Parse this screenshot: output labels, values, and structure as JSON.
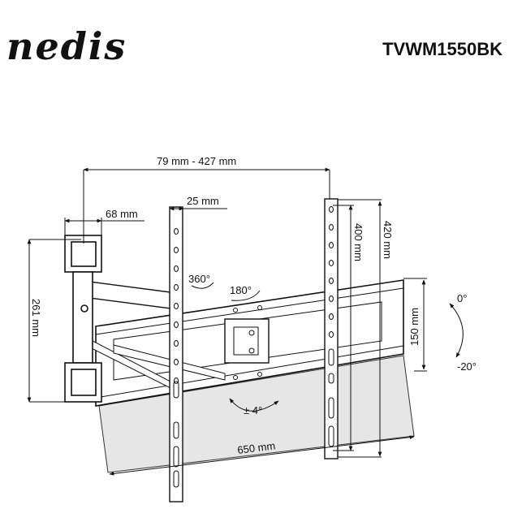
{
  "header": {
    "brand": "nedis",
    "model": "TVWM1550BK"
  },
  "dimensions": {
    "vesa_width_range": "79 mm - 427 mm",
    "wall_plate_width": "68 mm",
    "strip_width": "25 mm",
    "wall_plate_height": "261 mm",
    "hole_spacing": "400 mm",
    "strip_length": "420 mm",
    "frame_height": "150 mm",
    "arm_extension": "650 mm"
  },
  "angles": {
    "rotation": "360°",
    "swivel": "180°",
    "level_adjust": "± 4°",
    "tilt_top": "0°",
    "tilt_bottom": "-20°"
  }
}
